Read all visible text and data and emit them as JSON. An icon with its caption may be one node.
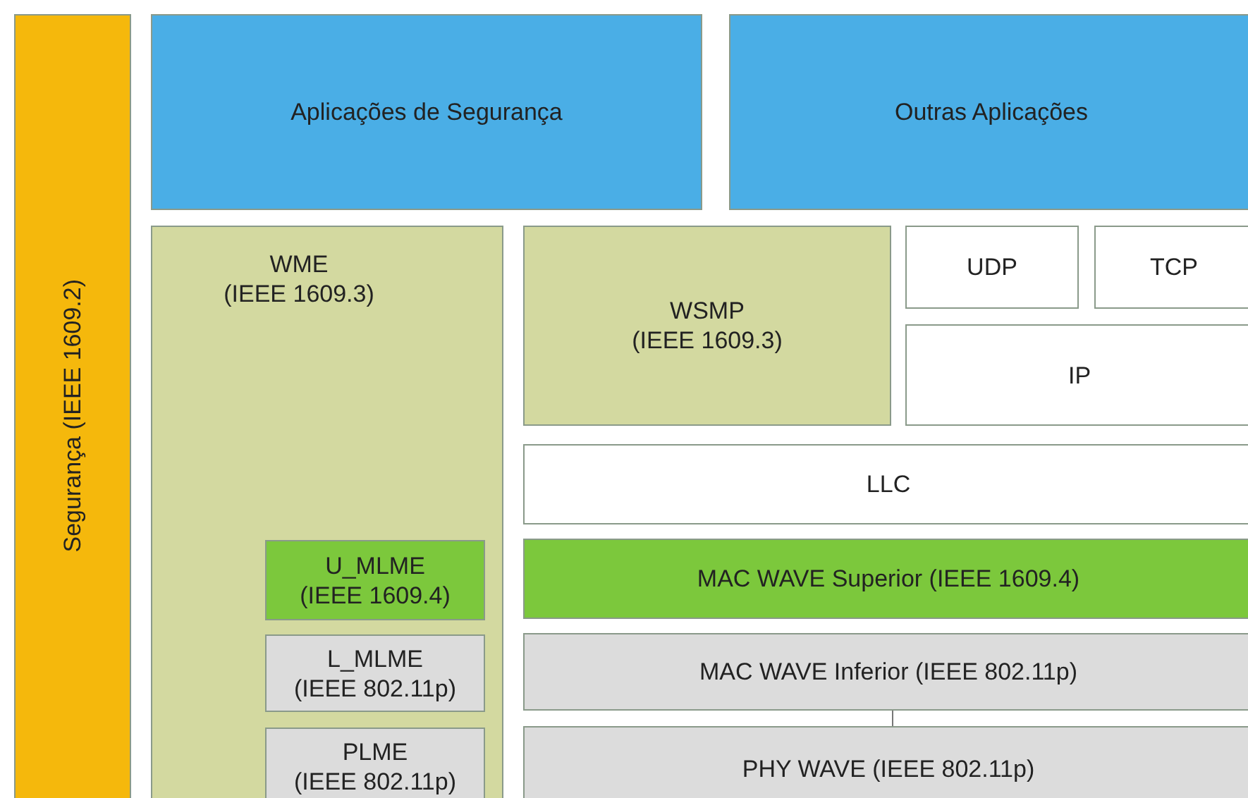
{
  "diagram": {
    "nodes": [
      {
        "text": [
          "Segurança (IEEE 1609.2)"
        ]
      },
      {
        "text": [
          "Aplicações de Segurança"
        ]
      },
      {
        "text": [
          "Outras Aplicações"
        ]
      },
      {
        "text": [
          "WME",
          "(IEEE 1609.3)"
        ]
      },
      {
        "text": [
          "U_MLME",
          "(IEEE 1609.4)"
        ],
        "in": 3
      },
      {
        "text": [
          "L_MLME",
          "(IEEE 802.11p)"
        ],
        "in": 3
      },
      {
        "text": [
          "PLME",
          "(IEEE 802.11p)"
        ],
        "in": 3
      },
      {
        "text": [
          "WSMP",
          "(IEEE 1609.3)"
        ]
      },
      {
        "text": [
          "UDP"
        ]
      },
      {
        "text": [
          "TCP"
        ]
      },
      {
        "text": [
          "IP"
        ]
      },
      {
        "text": [
          "LLC"
        ]
      },
      {
        "text": [
          "MAC WAVE Superior (IEEE 1609.4)"
        ]
      },
      {
        "text": [
          "MAC WAVE Inferior (IEEE 802.11p)"
        ]
      },
      {
        "text": [
          "PHY WAVE (IEEE 802.11p)"
        ]
      }
    ],
    "edges": [
      {
        "from": 13,
        "to": 14,
        "arrow": "none"
      }
    ]
  }
}
